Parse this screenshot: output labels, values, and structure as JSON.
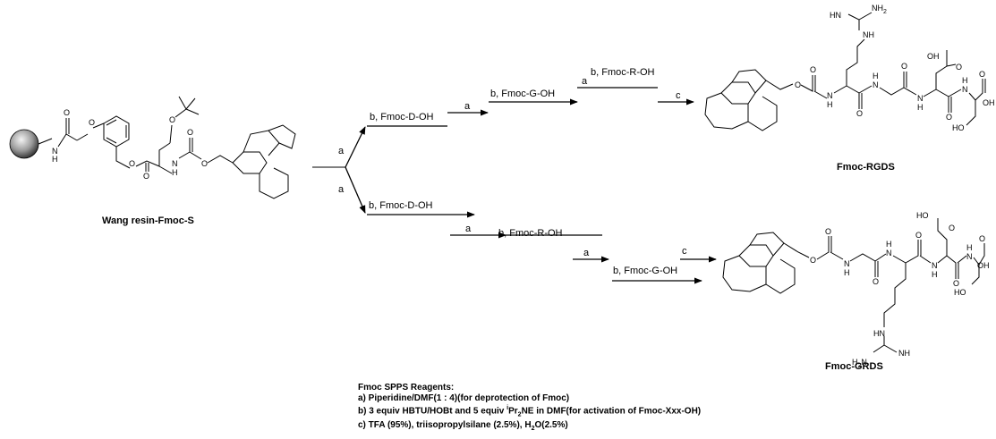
{
  "structures": {
    "start": {
      "name": "Wang resin-Fmoc-S"
    },
    "product_rgds": {
      "name": "Fmoc-RGDS"
    },
    "product_grds": {
      "name": "Fmoc-GRDS"
    }
  },
  "atoms": {
    "O": "O",
    "N": "N",
    "H": "H",
    "OH": "OH",
    "HO": "HO",
    "HN": "HN",
    "NH": "NH",
    "NH2": "NH",
    "NH2_sub": "2",
    "H2N": "H",
    "H2N_sub": "2",
    "H2N_tail": "N"
  },
  "branch": {
    "top_label": "a",
    "bottom_label": "a"
  },
  "route_rgds": {
    "step1": "b, Fmoc-D-OH",
    "step1_deprotect": "a",
    "step2": "b, Fmoc-G-OH",
    "step2_deprotect": "a",
    "step3": "b, Fmoc-R-OH",
    "cleave": "c"
  },
  "route_grds": {
    "step1": "b, Fmoc-D-OH",
    "step1_deprotect": "a",
    "step2": "b, Fmoc-R-OH",
    "step2_deprotect": "a",
    "step3": "b, Fmoc-G-OH",
    "cleave": "c"
  },
  "legend": {
    "title": "Fmoc SPPS Reagents:",
    "a": "a) Piperidine/DMF(1 : 4)(for deprotection of Fmoc)",
    "b_pre": "b) 3 equiv HBTU/HOBt and 5 equiv ",
    "b_sup": "i",
    "b_mid": "Pr",
    "b_sub": "2",
    "b_post": "NE in DMF(for activation of Fmoc-Xxx-OH)",
    "c_pre": "c) TFA (95%), triisopropylsilane (2.5%), H",
    "c_sub": "2",
    "c_post": "O(2.5%)"
  }
}
